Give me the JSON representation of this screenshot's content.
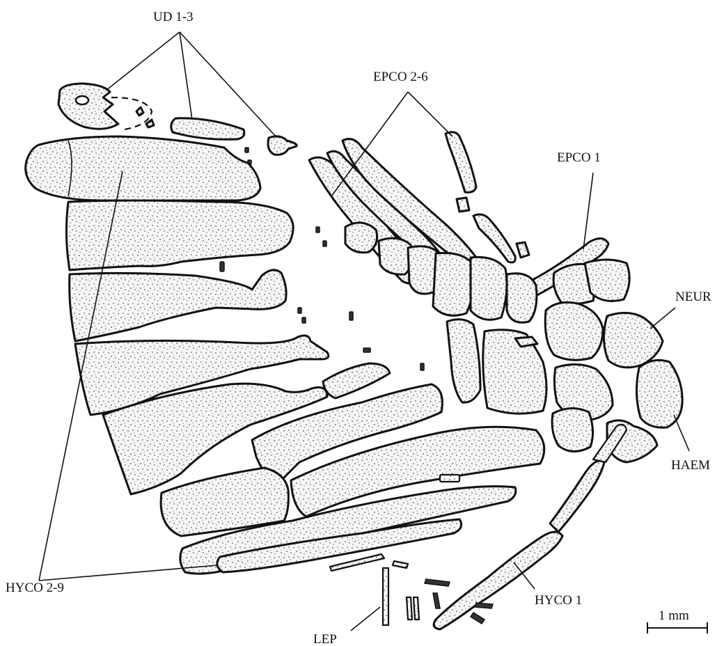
{
  "labels": {
    "ud": "UD 1-3",
    "epco_2_6": "EPCO 2-6",
    "epco_1": "EPCO 1",
    "neur": "NEUR",
    "haem": "HAEM",
    "hyco_2_9": "HYCO 2-9",
    "hyco_1": "HYCO 1",
    "lep": "LEP",
    "scale": "1 mm"
  }
}
